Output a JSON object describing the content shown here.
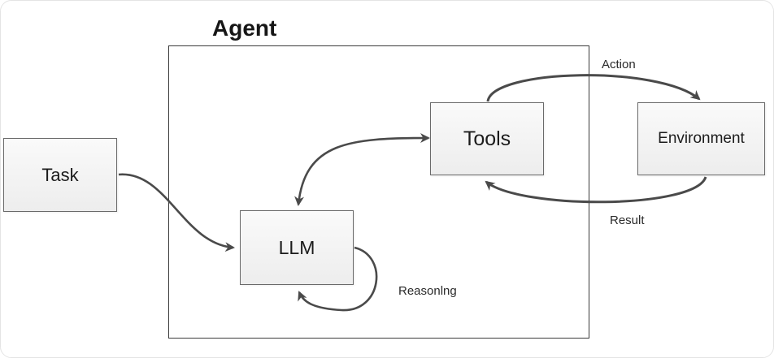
{
  "diagram": {
    "title": "Agent",
    "nodes": {
      "task": "Task",
      "llm": "LLM",
      "tools": "Tools",
      "environment": "Environment"
    },
    "edge_labels": {
      "action": "Action",
      "result": "Result",
      "reasoning": "Reasonlng"
    },
    "edges": [
      {
        "from": "Task",
        "to": "LLM",
        "direction": "forward"
      },
      {
        "from": "LLM",
        "to": "Tools",
        "direction": "bidirectional"
      },
      {
        "from": "Tools",
        "to": "Environment",
        "label": "Action"
      },
      {
        "from": "Environment",
        "to": "Tools",
        "label": "Result"
      },
      {
        "from": "LLM",
        "to": "LLM",
        "label": "Reasonlng"
      }
    ],
    "colors": {
      "arrow": "#4a4a4a",
      "border": "#6a6a6a",
      "text": "#1c1c1c"
    }
  }
}
